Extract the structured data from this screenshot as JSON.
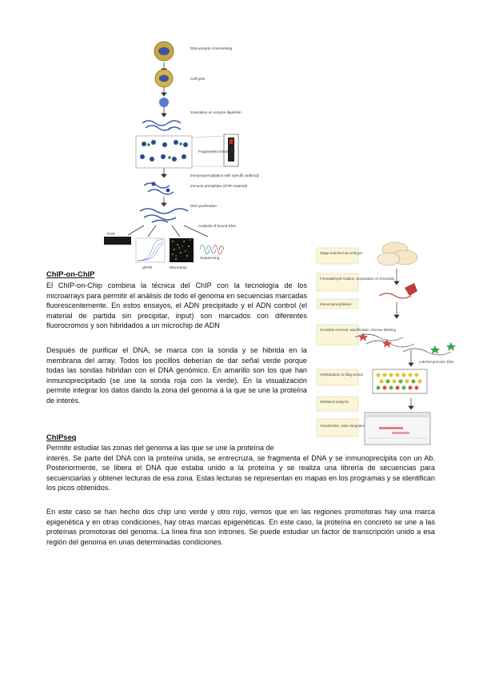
{
  "figure1": {
    "steps": [
      "DNA-protein cross-linking",
      "Cell lysis",
      "Sonication or enzyme digestion",
      "Fragmented chromatin",
      "Immunoprecipitation with specific antibody",
      "Immune precipitate (ChIP material)",
      "DNA purification",
      "Analysis of bound DNA"
    ],
    "methods": [
      "PCR",
      "qPCR",
      "Microarray",
      "Sequencing"
    ]
  },
  "figure2": {
    "steps": [
      "Stage-matched wt embryos",
      "Formaldehyde fixation, preparation of chromatin",
      "Immunoprecipitation",
      "Crosslink reversal, amplification, Klenow labeling",
      "Hybridization to tiling arrays",
      "Statistical analysis",
      "Visualization, data integration"
    ],
    "label": "Labeled genomic DNA"
  },
  "section1": {
    "heading": "ChIP-on-ChIP",
    "para1": "El ChIP-on-Chip combina la técnica del ChIP con la tecnología de los microarrays para permitir el análisis de todo el genoma en secuencias marcadas fluorescentemente. En estos ensayos, el ADN precipitado y el ADN control (el material de partida sin precipitar, input) son marcados con diferentes fluorocromos y son hibridados a un microchip de ADN",
    "para2": "Después de purificar el DNA, se marca con la sonda y se hibrida en la membrana del array. Todos los pocillos deberían de dar señal verde porque todas las sondas hibridan con el DNA genómico. En amarillo son los que han inmunoprecipitado (se une la sonda roja con la verde). En la visualización permite integrar los datos dando la zona del genoma a la que se une la proteína de interés."
  },
  "section2": {
    "heading": "ChIPseq",
    "para1_first": "Permite estudiar las zonas del genoma a las que se une la proteína de",
    "para1_rest": "interés. Se parte del DNA con la proteína unida, se entrecruza, se fragmenta el DNA y se inmunoprecipita con un Ab. Posteriormente, se libera el DNA que estaba unido a la proteína y se realiza una librería de secuencias para secuenciarlas y obtener lecturas de esa zona. Estas lecturas se representan en mapas en los programas y se identifican los picos obtenidos.",
    "para2": "En este caso se han hecho dos chip uno verde y otro rojo, vemos que en las regiones promotoras hay una marca epigenética y en otras condiciones, hay otras marcas epigenéticas. En este caso, la proteína en concreto se une a las proteínas promotoras del genoma. La línea fina son intrones. Se puede estudiar un factor de transcripción unido a esa región del genoma en unas determinadas condiciones."
  }
}
